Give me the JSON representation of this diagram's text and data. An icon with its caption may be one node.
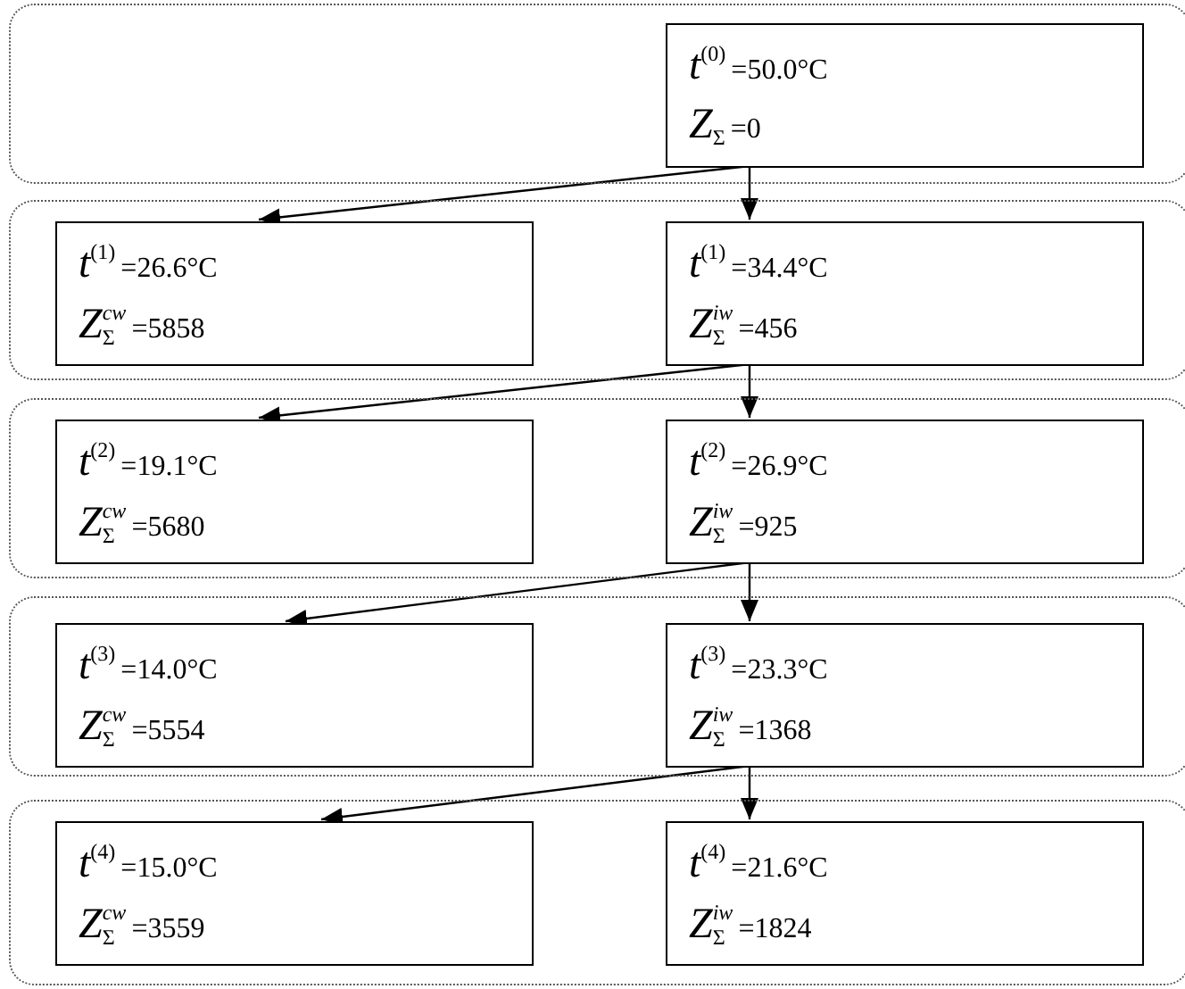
{
  "diagram": {
    "nodes": [
      {
        "text": [],
        "shape": "box"
      },
      {
        "text": [
          "*t*$^{(0)}$=50.0°C",
          "*Z*$_{Σ}$=0"
        ],
        "in": 0
      },
      {
        "text": [],
        "shape": "box"
      },
      {
        "text": [
          "*t*$^{(1)}$=26.6°C",
          "*Z*$_{Σ}$$^{cw}$=5858"
        ],
        "in": 2
      },
      {
        "text": [
          "*t*$^{(1)}$=34.4°C",
          "*Z*$_{Σ}$$^{iw}$=456"
        ],
        "in": 2
      },
      {
        "text": [],
        "shape": "box"
      },
      {
        "text": [
          "*t*$^{(2)}$=19.1°C",
          "*Z*$_{Σ}$$^{cw}$=5680"
        ],
        "in": 5
      },
      {
        "text": [
          "*t*$^{(2)}$=26.9°C",
          "*Z*$_{Σ}$$^{iw}$=925"
        ],
        "in": 5
      },
      {
        "text": [],
        "shape": "box"
      },
      {
        "text": [
          "*t*$^{(3)}$=14.0°C",
          "*Z*$_{Σ}$$^{cw}$=5554"
        ],
        "in": 8
      },
      {
        "text": [
          "*t*$^{(3)}$=23.3°C",
          "*Z*$_{Σ}$$^{iw}$=1368"
        ],
        "in": 8
      },
      {
        "text": [],
        "shape": "box"
      },
      {
        "text": [
          "*t*$^{(4)}$=15.0°C",
          "*Z*$_{Σ}$$^{cw}$=3559"
        ],
        "in": 11
      },
      {
        "text": [
          "*t*$^{(4)}$=21.6°C",
          "*Z*$_{Σ}$$^{iw}$=1824"
        ],
        "in": 11
      }
    ],
    "edges": [
      {
        "from": 1,
        "to": 3,
        "arrow": "to"
      },
      {
        "from": 1,
        "to": 4,
        "arrow": "to"
      },
      {
        "from": 4,
        "to": 6,
        "arrow": "to"
      },
      {
        "from": 4,
        "to": 7,
        "arrow": "to"
      },
      {
        "from": 7,
        "to": 9,
        "arrow": "to"
      },
      {
        "from": 7,
        "to": 10,
        "arrow": "to"
      },
      {
        "from": 10,
        "to": 12,
        "arrow": "to"
      },
      {
        "from": 10,
        "to": 13,
        "arrow": "to"
      }
    ]
  }
}
